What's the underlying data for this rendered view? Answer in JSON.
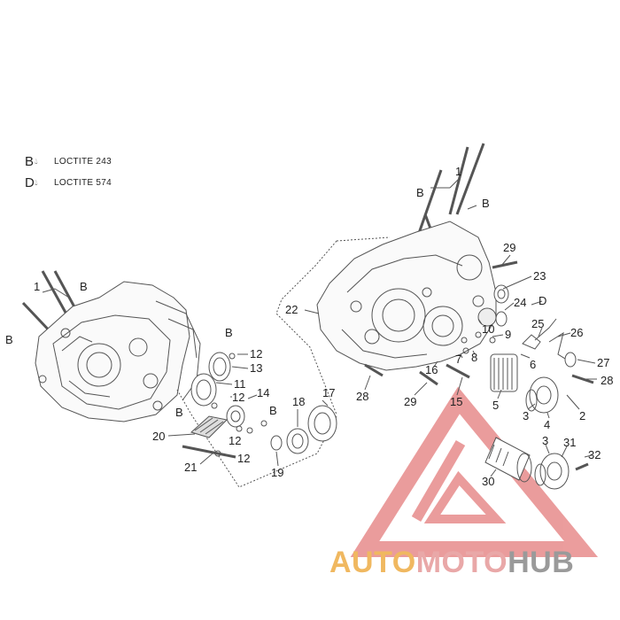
{
  "legend": [
    {
      "letter": "B",
      "text": "LOCTITE 243"
    },
    {
      "letter": "D",
      "text": "LOCTITE 574"
    }
  ],
  "callouts": {
    "left_crankcase": [
      "1",
      "B",
      "B",
      "B",
      "12",
      "13",
      "11",
      "12",
      "14",
      "B",
      "B",
      "12",
      "12",
      "18",
      "17",
      "20",
      "21",
      "19"
    ],
    "right_crankcase": [
      "1",
      "B",
      "B",
      "29",
      "23",
      "22",
      "24",
      "D",
      "25",
      "26",
      "10",
      "9",
      "8",
      "7",
      "6",
      "27",
      "16",
      "28",
      "29",
      "15",
      "5",
      "3",
      "4",
      "28",
      "2",
      "3",
      "31",
      "30",
      "32"
    ]
  },
  "watermark": {
    "part1": "AUTO",
    "part2": "MOTO",
    "part3": "HUB"
  },
  "colors": {
    "line": "#555555",
    "watermark_red": "#e47c7c",
    "watermark_orange": "#f0b860",
    "watermark_gray": "#9a9a9a"
  }
}
